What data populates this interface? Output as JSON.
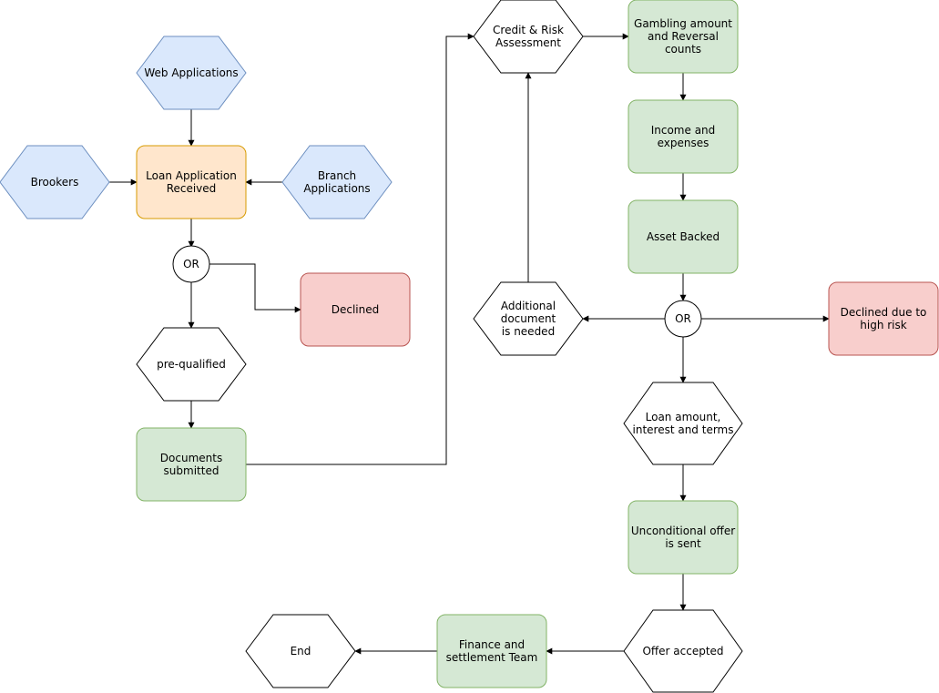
{
  "colors": {
    "blue_fill": "#dae8fc",
    "blue_stroke": "#6c8ebf",
    "orange_fill": "#ffe6cc",
    "orange_stroke": "#d79b00",
    "green_fill": "#d5e8d4",
    "green_stroke": "#82b366",
    "red_fill": "#f8cecc",
    "red_stroke": "#b85450",
    "plain_fill": "#ffffff",
    "plain_stroke": "#000000",
    "edge": "#000000"
  },
  "nodes": {
    "web": "Web Applications",
    "brookers": "Brookers",
    "branch": "Branch\nApplications",
    "loan_received": "Loan Application\nReceived",
    "or1": "OR",
    "declined": "Declined",
    "prequalified": "pre-qualified",
    "documents": "Documents\nsubmitted",
    "credit": "Credit & Risk\nAssessment",
    "gambling": "Gambling amount\nand Reversal\ncounts",
    "income": "Income and\nexpenses",
    "asset": "Asset Backed",
    "or2": "OR",
    "additional": "Additional\ndocument\nis needed",
    "declined_risk": "Declined due to\nhigh risk",
    "loan_amount": "Loan amount,\ninterest and terms",
    "unconditional": "Unconditional offer\nis sent",
    "offer_accepted": "Offer accepted",
    "finance": "Finance and\nsettlement Team",
    "end": "End"
  }
}
